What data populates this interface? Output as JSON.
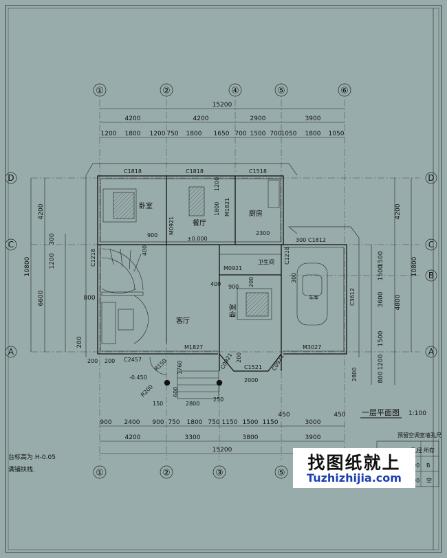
{
  "grid_top": [
    "①",
    "②",
    "④",
    "⑤",
    "⑥"
  ],
  "grid_bottom": [
    "①",
    "②",
    "③",
    "⑤",
    "⑥"
  ],
  "grid_side": [
    "D",
    "C",
    "B",
    "A"
  ],
  "dims": {
    "total_top": "15200",
    "top_row1": [
      "4200",
      "4200",
      "2900",
      "3900"
    ],
    "top_row2": [
      "1200",
      "1800",
      "1200",
      "750",
      "1800",
      "1650",
      "700",
      "1500",
      "700",
      "1050",
      "1800",
      "1050"
    ],
    "bottom_row1": [
      "900",
      "2400",
      "900",
      "750",
      "1800",
      "750",
      "1150",
      "1500",
      "1150",
      "450",
      "3000",
      "450"
    ],
    "bottom_row2": [
      "4200",
      "3300",
      "3800",
      "3900"
    ],
    "total_bottom": "15200",
    "left_outer": "10800",
    "left_mid": [
      "4200",
      "6600"
    ],
    "left_inner": [
      "300",
      "1200",
      "800",
      "200"
    ],
    "right_outer": "10800",
    "right_mid": [
      "4200",
      "4800"
    ],
    "right_inner": [
      "1500",
      "1500",
      "3600",
      "1500",
      "1200",
      "800"
    ]
  },
  "windows": [
    "C1818",
    "C1818",
    "C1518",
    "C1812",
    "C1218",
    "C1218",
    "C3612",
    "C2457",
    "C1521",
    "C0921",
    "C0921"
  ],
  "doors": [
    "M0921",
    "M1821",
    "M0921",
    "M1827",
    "M3027"
  ],
  "rooms": {
    "bedroom": "卧室",
    "dining": "餐厅",
    "kitchen": "厨房",
    "bathroom": "卫生间",
    "living": "客厅",
    "bedroom2": "卧室",
    "garage_car": "车库"
  },
  "labels": {
    "elevation0": "±0.000",
    "elevation_out": "-0.450",
    "r200": "R200",
    "r150": "R150",
    "step1": "150",
    "step2": "2800",
    "step3": "250",
    "n1200": "1200",
    "n1800": "1800",
    "n2300": "2300",
    "n900": "900",
    "n400": "400",
    "n200": "200",
    "n2000": "2000",
    "n2800": "2800",
    "n1760": "1760",
    "n300": "300",
    "n600": "600"
  },
  "title": {
    "name": "一层平面图",
    "scale": "1:100"
  },
  "table": {
    "header": "预留空调室墙孔尺",
    "cols": [
      "孔径",
      "所存"
    ],
    "rows": [
      [
        "90",
        "B"
      ],
      [
        "90",
        "空"
      ]
    ]
  },
  "notes": {
    "line1": "台标高为 H-0.05",
    "line2": "满铺扶栈."
  },
  "watermark": {
    "cn": "找图纸就上",
    "en": "Tuzhizhijia.com"
  }
}
